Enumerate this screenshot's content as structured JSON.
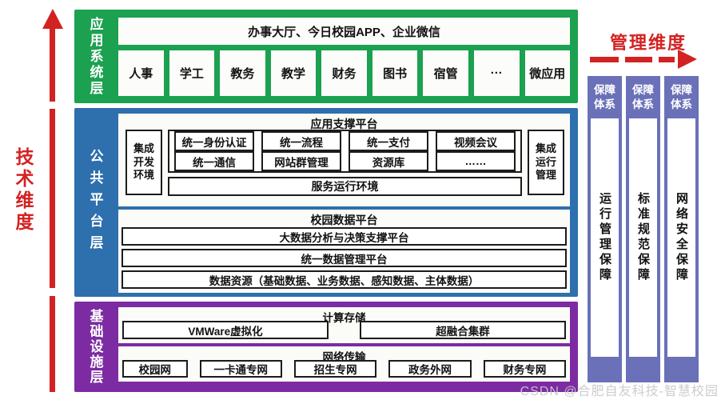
{
  "axes": {
    "left_label": "技术维度",
    "right_label": "管理维度"
  },
  "layers": {
    "app": {
      "label": "应用系统层",
      "portal_bar": "办事大厅、今日校园APP、企业微信",
      "apps": [
        "人事",
        "学工",
        "教务",
        "教学",
        "财务",
        "图书",
        "宿管",
        "···",
        "微应用"
      ]
    },
    "platform": {
      "label": "公共平台层",
      "support": {
        "title": "应用支撑平台",
        "left_box": "集成开发环境",
        "right_box": "集成运行管理",
        "row1": [
          "统一身份认证",
          "统一流程",
          "统一支付",
          "视频会议"
        ],
        "row2": [
          "统一通信",
          "网站群管理",
          "资源库",
          "……"
        ],
        "bottom_bar": "服务运行环境"
      },
      "data_platform": {
        "title": "校园数据平台",
        "bars": [
          "大数据分析与决策支撑平台",
          "统一数据管理平台",
          "数据资源（基础数据、业务数据、感知数据、主体数据）"
        ]
      }
    },
    "infra": {
      "label": "基础设施层",
      "compute": {
        "title": "计算存储",
        "boxes": [
          "VMWare虚拟化",
          "超融合集群"
        ]
      },
      "network": {
        "title": "网络传输",
        "boxes": [
          "校园网",
          "一卡通专网",
          "招生专网",
          "政务外网",
          "财务专网"
        ]
      }
    }
  },
  "pillars": {
    "header": "保障体系",
    "items": [
      "运行管理保障",
      "标准规范保障",
      "网络安全保障"
    ]
  },
  "watermark": "CSDN @合肥自友科技-智慧校园",
  "colors": {
    "green": "#1ba150",
    "blue": "#2e6fae",
    "purple": "#7c2ba2",
    "pillar": "#6a71b8",
    "red": "#d32222"
  }
}
